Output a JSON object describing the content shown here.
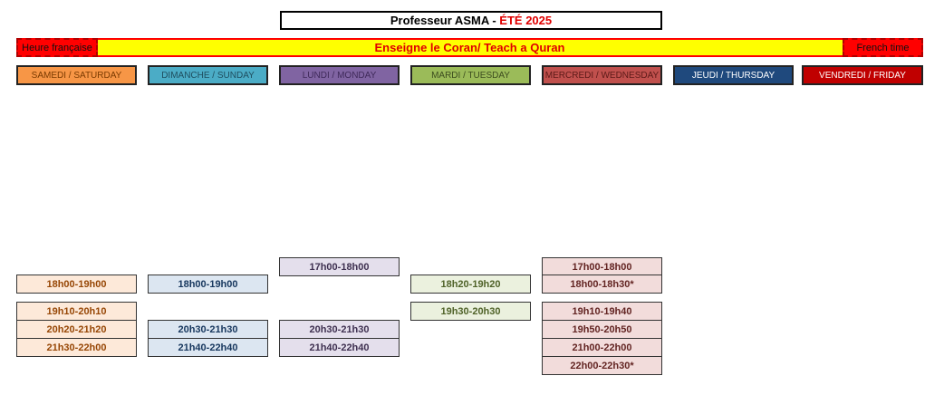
{
  "header": {
    "title_prefix": "Professeur ASMA - ",
    "title_season": "ÉTÉ 2025",
    "banner_text": "Enseigne le Coran/ Teach a Quran",
    "left_tag": "Heure française",
    "right_tag": "French time"
  },
  "colors": {
    "title_accent": "#e00000",
    "banner_bg": "#ffff00",
    "tag_bg": "#ff0000"
  },
  "days": [
    {
      "label": "SAMEDI / SATURDAY",
      "header_bg": "#f79646",
      "header_color": "#7a3a00",
      "slot_bg": "#fde9d9",
      "slot_color": "#974706",
      "slots": [
        "18h00-19h00",
        "19h10-20h10",
        "20h20-21h20",
        "21h30-22h00"
      ]
    },
    {
      "label": "DIMANCHE / SUNDAY",
      "header_bg": "#4bacc6",
      "header_color": "#1f4e5f",
      "slot_bg": "#dce6f1",
      "slot_color": "#17375e",
      "slots": [
        "18h00-19h00",
        "20h30-21h30",
        "21h40-22h40"
      ]
    },
    {
      "label": "LUNDI / MONDAY",
      "header_bg": "#8064a2",
      "header_color": "#3f2a5a",
      "slot_bg": "#e4dfec",
      "slot_color": "#3f3151",
      "slots": [
        "17h00-18h00",
        "20h30-21h30",
        "21h40-22h40"
      ]
    },
    {
      "label": "MARDI / TUESDAY",
      "header_bg": "#9bbb59",
      "header_color": "#3d4d1f",
      "slot_bg": "#ebf1de",
      "slot_color": "#4f6228",
      "slots": [
        "18h20-19h20",
        "19h30-20h30"
      ]
    },
    {
      "label": "MERCREDI / WEDNESDAY",
      "header_bg": "#c0504d",
      "header_color": "#5c1a18",
      "slot_bg": "#f2dcdb",
      "slot_color": "#632523",
      "slots": [
        "17h00-18h00",
        "18h00-18h30*",
        "19h10-19h40",
        "19h50-20h50",
        "21h00-22h00",
        "22h00-22h30*"
      ]
    },
    {
      "label": "JEUDI / THURSDAY",
      "header_bg": "#1f497d",
      "header_color": "#ffffff",
      "slot_bg": "#dce6f1",
      "slot_color": "#17375e",
      "slots": []
    },
    {
      "label": "VENDREDI / FRIDAY",
      "header_bg": "#c00000",
      "header_color": "#ffffff",
      "slot_bg": "#f2dcdb",
      "slot_color": "#632523",
      "slots": []
    }
  ]
}
